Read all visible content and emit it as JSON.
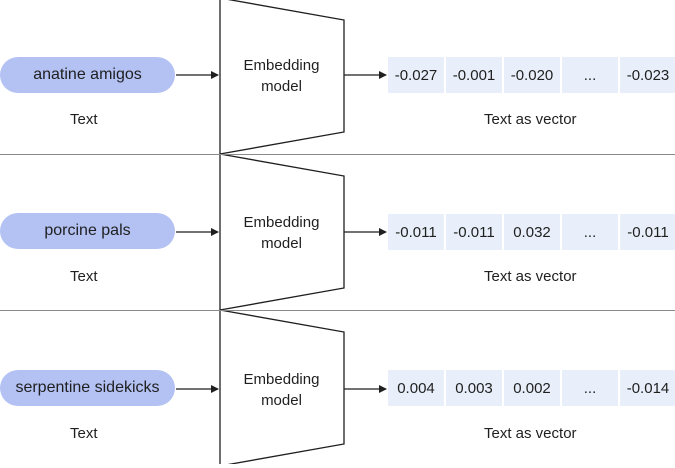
{
  "rows": [
    {
      "input_text": "anatine amigos",
      "input_caption": "Text",
      "model_label_line1": "Embedding",
      "model_label_line2": "model",
      "vector_values": [
        "-0.027",
        "-0.001",
        "-0.020",
        "...",
        "-0.023"
      ],
      "vector_caption": "Text as vector"
    },
    {
      "input_text": "porcine pals",
      "input_caption": "Text",
      "model_label_line1": "Embedding",
      "model_label_line2": "model",
      "vector_values": [
        "-0.011",
        "-0.011",
        "0.032",
        "...",
        "-0.011"
      ],
      "vector_caption": "Text as vector"
    },
    {
      "input_text": "serpentine sidekicks",
      "input_caption": "Text",
      "model_label_line1": "Embedding",
      "model_label_line2": "model",
      "vector_values": [
        "0.004",
        "0.003",
        "0.002",
        "...",
        "-0.014"
      ],
      "vector_caption": "Text as vector"
    }
  ],
  "colors": {
    "pill_fill": "#b3c1f3",
    "vector_cell_fill": "#e8effa",
    "stroke": "#1f1f1f",
    "divider": "#8a8a8a"
  }
}
